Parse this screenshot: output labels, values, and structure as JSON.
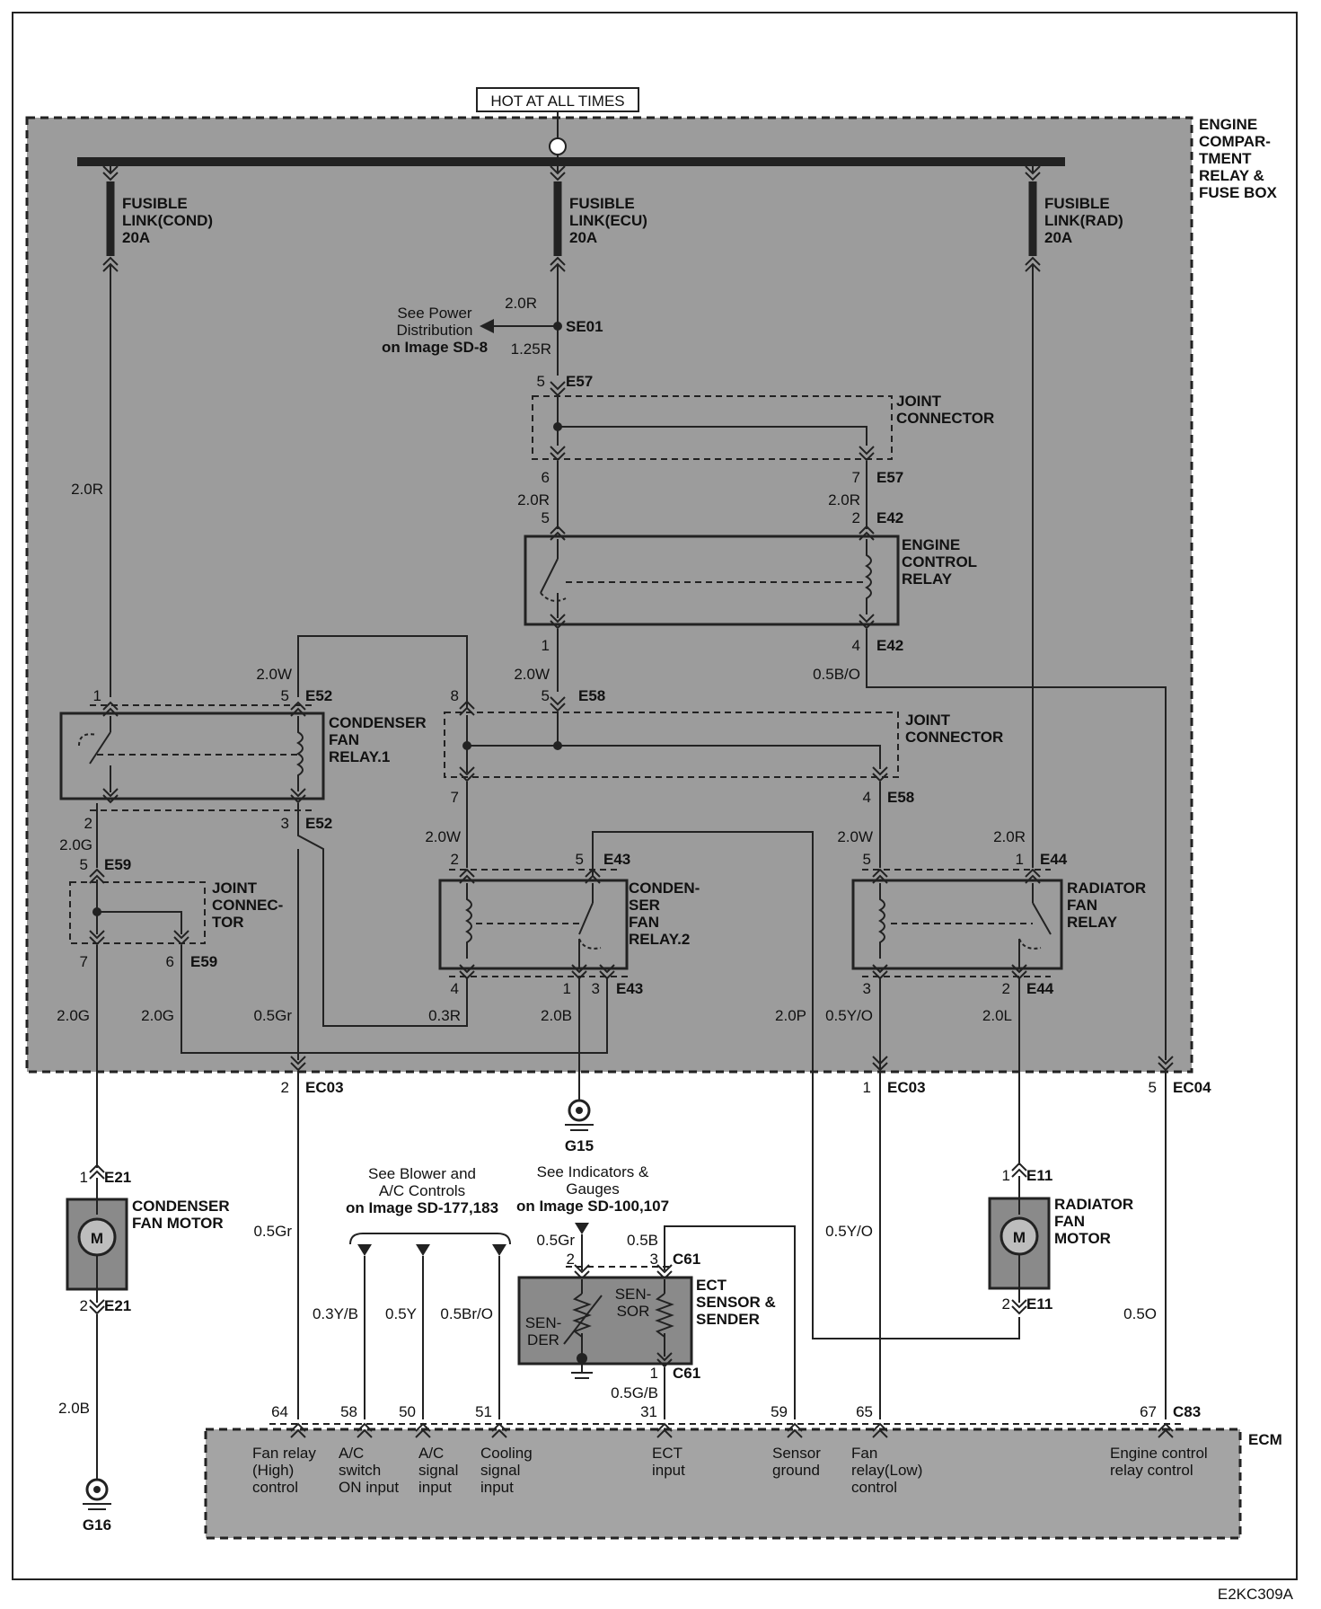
{
  "header": {
    "hot_label": "HOT AT ALL TIMES"
  },
  "footer": {
    "code": "E2KC309A"
  },
  "boxes": {
    "fusebox": [
      "ENGINE",
      "COMPAR-",
      "TMENT",
      "RELAY &",
      "FUSE BOX"
    ],
    "ecm": "ECM"
  },
  "fusible_links": {
    "cond": [
      "FUSIBLE",
      "LINK(COND)",
      "20A"
    ],
    "ecu": [
      "FUSIBLE",
      "LINK(ECU)",
      "20A"
    ],
    "rad": [
      "FUSIBLE",
      "LINK(RAD)",
      "20A"
    ]
  },
  "components": {
    "joint_top": [
      "JOINT",
      "CONNECTOR"
    ],
    "joint_mid": [
      "JOINT",
      "CONNECTOR"
    ],
    "joint_left": [
      "JOINT",
      "CONNEC-",
      "TOR"
    ],
    "engine_control_relay": [
      "ENGINE",
      "CONTROL",
      "RELAY"
    ],
    "condenser_fan_relay_1": [
      "CONDENSER",
      "FAN",
      "RELAY.1"
    ],
    "condenser_fan_relay_2": [
      "CONDEN-",
      "SER",
      "FAN",
      "RELAY.2"
    ],
    "radiator_fan_relay": [
      "RADIATOR",
      "FAN",
      "RELAY"
    ],
    "condenser_fan_motor": [
      "CONDENSER",
      "FAN MOTOR"
    ],
    "radiator_fan_motor": [
      "RADIATOR",
      "FAN",
      "MOTOR"
    ],
    "ect_sensor": [
      "ECT",
      "SENSOR &",
      "SENDER"
    ],
    "motor_symbol": "M",
    "ect_inner_sensor": [
      "SEN-",
      "SOR"
    ],
    "ect_inner_sender": [
      "SEN-",
      "DER"
    ]
  },
  "references": {
    "power": [
      "See Power",
      "Distribution",
      "on Image SD-8"
    ],
    "blower": [
      "See Blower and",
      "A/C Controls",
      "on Image SD-177,183"
    ],
    "indicators": [
      "See Indicators &",
      "Gauges",
      "on Image SD-100,107"
    ]
  },
  "grounds": {
    "g15": "G15",
    "g16": "G16"
  },
  "wires": {
    "w_20r_a": "2.0R",
    "w_125r": "1.25R",
    "w_20r_left": "2.0R",
    "w_20r_b": "2.0R",
    "w_20r_c": "2.0R",
    "w_20w_a": "2.0W",
    "w_05bo": "0.5B/O",
    "w_20g_a": "2.0G",
    "w_20w_b": "2.0W",
    "w_20w_c": "2.0W",
    "w_20r_d": "2.0R",
    "w_20g_b": "2.0G",
    "w_20g_c": "2.0G",
    "w_05gr_a": "0.5Gr",
    "w_03r": "0.3R",
    "w_20b_a": "2.0B",
    "w_20p": "2.0P",
    "w_05yo_a": "0.5Y/O",
    "w_20l": "2.0L",
    "w_05gr_b": "0.5Gr",
    "w_03yb": "0.3Y/B",
    "w_05y": "0.5Y",
    "w_05bro": "0.5Br/O",
    "w_05gr_c": "0.5Gr",
    "w_05b": "0.5B",
    "w_05yo_b": "0.5Y/O",
    "w_05o": "0.5O",
    "w_05gb": "0.5G/B",
    "w_20b_b": "2.0B"
  },
  "connectors": {
    "se01": "SE01",
    "p5_e57": "5",
    "e57_a": "E57",
    "p6_e57": "6",
    "p7_e57": "7",
    "e57_b": "E57",
    "p5_e42": "5",
    "p2_e42": "2",
    "e42_a": "E42",
    "p1_e42": "1",
    "p4_e42": "4",
    "e42_b": "E42",
    "p1_e52": "1",
    "p5_e52": "5",
    "e52_a": "E52",
    "p8_e58": "8",
    "p5_e58": "5",
    "e58_a": "E58",
    "p2_e52": "2",
    "p3_e52": "3",
    "e52_b": "E52",
    "p7_e58": "7",
    "p4_e58": "4",
    "e58_b": "E58",
    "p5_e59": "5",
    "e59_a": "E59",
    "p2_e43": "2",
    "p5_e43": "5",
    "e43_a": "E43",
    "p5_e44": "5",
    "p1_e44": "1",
    "e44_a": "E44",
    "p7_e59": "7",
    "p6_e59": "6",
    "e59_b": "E59",
    "p4_e43": "4",
    "p1_e43": "1",
    "p3_e43": "3",
    "e43_b": "E43",
    "p3_e44": "3",
    "p2_e44": "2",
    "e44_b": "E44",
    "p2_ec03": "2",
    "ec03_a": "EC03",
    "p1_ec03": "1",
    "ec03_b": "EC03",
    "p5_ec04": "5",
    "ec04": "EC04",
    "p1_e21": "1",
    "e21_a": "E21",
    "p2_e21": "2",
    "e21_b": "E21",
    "p1_e11": "1",
    "e11_a": "E11",
    "p2_e11": "2",
    "e11_b": "E11",
    "p2_c61": "2",
    "p3_c61": "3",
    "c61_a": "C61",
    "p1_c61": "1",
    "c61_b": "C61",
    "p64": "64",
    "p58": "58",
    "p50": "50",
    "p51": "51",
    "p31": "31",
    "p59": "59",
    "p65": "65",
    "p67": "67",
    "c83": "C83"
  },
  "ecm_pins": {
    "p64": [
      "Fan relay",
      "(High)",
      "control"
    ],
    "p58": [
      "A/C",
      "switch",
      "ON input"
    ],
    "p50": [
      "A/C",
      "signal",
      "input"
    ],
    "p51": [
      "Cooling",
      "signal",
      "input"
    ],
    "p31": [
      "ECT",
      "input"
    ],
    "p59": [
      "Sensor",
      "ground"
    ],
    "p65": [
      "Fan",
      "relay(Low)",
      "control"
    ],
    "p67": [
      "Engine control",
      "relay control"
    ]
  }
}
